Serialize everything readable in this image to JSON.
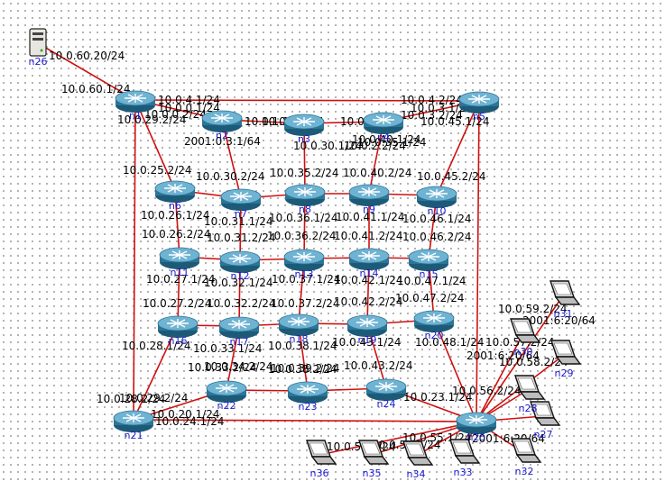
{
  "nodes": [
    {
      "id": "n1",
      "label": "n1",
      "kind": "router"
    },
    {
      "id": "n2",
      "label": "n2",
      "kind": "router"
    },
    {
      "id": "n3",
      "label": "n3",
      "kind": "router"
    },
    {
      "id": "n4",
      "label": "n4",
      "kind": "router"
    },
    {
      "id": "n5",
      "label": "n5",
      "kind": "router"
    },
    {
      "id": "n6",
      "label": "n6",
      "kind": "router"
    },
    {
      "id": "n7",
      "label": "n7",
      "kind": "router"
    },
    {
      "id": "n8",
      "label": "n8",
      "kind": "router"
    },
    {
      "id": "n9",
      "label": "n9",
      "kind": "router"
    },
    {
      "id": "n10",
      "label": "n10",
      "kind": "router"
    },
    {
      "id": "n11",
      "label": "n11",
      "kind": "router"
    },
    {
      "id": "n12",
      "label": "n12",
      "kind": "router"
    },
    {
      "id": "n13",
      "label": "n13",
      "kind": "router"
    },
    {
      "id": "n14",
      "label": "n14",
      "kind": "router"
    },
    {
      "id": "n15",
      "label": "n15",
      "kind": "router"
    },
    {
      "id": "n16",
      "label": "n16",
      "kind": "router"
    },
    {
      "id": "n17",
      "label": "n17",
      "kind": "router"
    },
    {
      "id": "n18",
      "label": "n18",
      "kind": "router"
    },
    {
      "id": "n19",
      "label": "n19",
      "kind": "router"
    },
    {
      "id": "n20",
      "label": "n20",
      "kind": "router"
    },
    {
      "id": "n21",
      "label": "n21",
      "kind": "router"
    },
    {
      "id": "n22",
      "label": "n22",
      "kind": "router"
    },
    {
      "id": "n23",
      "label": "n23",
      "kind": "router"
    },
    {
      "id": "n24",
      "label": "n24",
      "kind": "router"
    },
    {
      "id": "n25",
      "label": "n25",
      "kind": "router"
    },
    {
      "id": "n26",
      "label": "n26",
      "kind": "server"
    },
    {
      "id": "n27",
      "label": "n27",
      "kind": "laptop"
    },
    {
      "id": "n28",
      "label": "n28",
      "kind": "laptop"
    },
    {
      "id": "n29",
      "label": "n29",
      "kind": "laptop"
    },
    {
      "id": "n30",
      "label": "n30",
      "kind": "laptop"
    },
    {
      "id": "n31",
      "label": "n31",
      "kind": "laptop"
    },
    {
      "id": "n32",
      "label": "n32",
      "kind": "laptop"
    },
    {
      "id": "n33",
      "label": "n33",
      "kind": "laptop"
    },
    {
      "id": "n34",
      "label": "n34",
      "kind": "laptop"
    },
    {
      "id": "n35",
      "label": "n35",
      "kind": "laptop"
    },
    {
      "id": "n36",
      "label": "n36",
      "kind": "laptop"
    }
  ],
  "edges": [
    [
      "n26",
      "n1"
    ],
    [
      "n1",
      "n5"
    ],
    [
      "n1",
      "n2"
    ],
    [
      "n2",
      "n3"
    ],
    [
      "n3",
      "n4"
    ],
    [
      "n4",
      "n5"
    ],
    [
      "n1",
      "n6"
    ],
    [
      "n1",
      "n21"
    ],
    [
      "n5",
      "n10"
    ],
    [
      "n5",
      "n25"
    ],
    [
      "n2",
      "n7"
    ],
    [
      "n3",
      "n8"
    ],
    [
      "n4",
      "n9"
    ],
    [
      "n6",
      "n7"
    ],
    [
      "n7",
      "n8"
    ],
    [
      "n8",
      "n9"
    ],
    [
      "n9",
      "n10"
    ],
    [
      "n6",
      "n11"
    ],
    [
      "n7",
      "n12"
    ],
    [
      "n8",
      "n13"
    ],
    [
      "n9",
      "n14"
    ],
    [
      "n10",
      "n15"
    ],
    [
      "n11",
      "n12"
    ],
    [
      "n12",
      "n13"
    ],
    [
      "n13",
      "n14"
    ],
    [
      "n14",
      "n15"
    ],
    [
      "n11",
      "n16"
    ],
    [
      "n12",
      "n17"
    ],
    [
      "n13",
      "n18"
    ],
    [
      "n14",
      "n19"
    ],
    [
      "n15",
      "n20"
    ],
    [
      "n16",
      "n17"
    ],
    [
      "n17",
      "n18"
    ],
    [
      "n18",
      "n19"
    ],
    [
      "n19",
      "n20"
    ],
    [
      "n16",
      "n21"
    ],
    [
      "n17",
      "n22"
    ],
    [
      "n18",
      "n23"
    ],
    [
      "n19",
      "n24"
    ],
    [
      "n20",
      "n25"
    ],
    [
      "n21",
      "n22"
    ],
    [
      "n22",
      "n23"
    ],
    [
      "n23",
      "n24"
    ],
    [
      "n24",
      "n25"
    ],
    [
      "n21",
      "n25"
    ],
    [
      "n25",
      "n27"
    ],
    [
      "n25",
      "n28"
    ],
    [
      "n25",
      "n29"
    ],
    [
      "n25",
      "n30"
    ],
    [
      "n25",
      "n31"
    ],
    [
      "n25",
      "n32"
    ],
    [
      "n25",
      "n33"
    ],
    [
      "n25",
      "n34"
    ],
    [
      "n25",
      "n35"
    ],
    [
      "n25",
      "n36"
    ]
  ],
  "link_labels": [
    "10.0.60.20/24",
    "10.0.60.1/24",
    "10.0.4.1/24",
    "10.0.0.1/24",
    "10.0.0.2/24",
    "10.0.29.2/24",
    "10.0.4.2/24",
    "10.0.3.2/24",
    "10.0.3.1/24",
    "10.0.45.1/24",
    "10.0.1.1/24",
    "10.0.1.2/24",
    "10.0.2.1/24",
    "10.0.2.2/24",
    "2001:0:3:1/64",
    "10.0.30.1/24",
    "10.0.35.1/24",
    "10.0.40.1/24",
    "10.0.25.2/24",
    "10.0.30.2/24",
    "10.0.35.2/24",
    "10.0.40.2/24",
    "10.0.45.2/24",
    "10.0.26.1/24",
    "10.0.31.1/24",
    "10.0.36.1/24",
    "10.0.41.1/24",
    "10.0.46.1/24",
    "10.0.26.2/24",
    "10.0.31.2/24",
    "10.0.36.2/24",
    "10.0.41.2/24",
    "10.0.46.2/24",
    "10.0.27.1/24",
    "10.0.32.1/24",
    "10.0.37.1/24",
    "10.0.42.1/24",
    "10.0.47.1/24",
    "10.0.27.2/24",
    "10.0.32.2/24",
    "10.0.37.2/24",
    "10.0.42.2/24",
    "10.0.47.2/24",
    "10.0.28.1/24",
    "10.0.33.1/24",
    "10.0.38.1/24",
    "10.0.43.1/24",
    "10.0.48.1/24",
    "10.0.33.2/24",
    "10.0.38.2/24",
    "10.0.43.2/24",
    "10.0.39.2/24",
    "10.0.34.2/24",
    "10.0.28.2/24",
    "10.0.29.2/24",
    "10.0.20.1/24",
    "10.0.24.1/24",
    "10.0.23.1/24",
    "10.0.59.2/24",
    "2001:6:20/64",
    "10.0.57.2/24",
    "2001:6:20/64",
    "10.0.58.2/24",
    "10.0.56.2/24",
    "10.0.50.2/24",
    "10.0.52.2/24",
    "10.0.55.1/24",
    "2001:6:20/64"
  ]
}
